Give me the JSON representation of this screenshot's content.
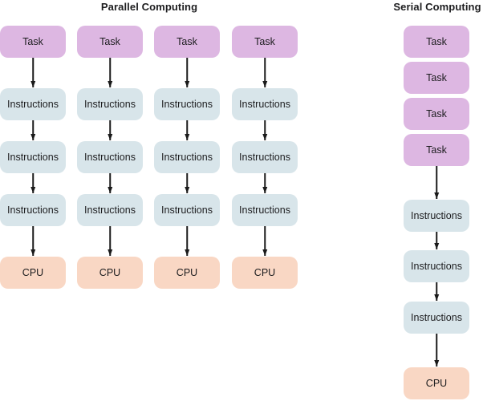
{
  "colors": {
    "task_fill": "#ddb7e2",
    "instructions_fill": "#d8e5ea",
    "cpu_fill": "#f9d7c4",
    "arrow": "#1a1a1a",
    "text": "#1d1d1f",
    "background": "#ffffff"
  },
  "diagram": {
    "parallel": {
      "title": "Parallel Computing",
      "columns": [
        {
          "nodes": [
            {
              "label": "Task",
              "type": "task",
              "arrow_to_next": true
            },
            {
              "label": "Instructions",
              "type": "instructions",
              "arrow_to_next": true
            },
            {
              "label": "Instructions",
              "type": "instructions",
              "arrow_to_next": true
            },
            {
              "label": "Instructions",
              "type": "instructions",
              "arrow_to_next": true
            },
            {
              "label": "CPU",
              "type": "cpu",
              "arrow_to_next": false
            }
          ]
        },
        {
          "nodes": [
            {
              "label": "Task",
              "type": "task",
              "arrow_to_next": true
            },
            {
              "label": "Instructions",
              "type": "instructions",
              "arrow_to_next": true
            },
            {
              "label": "Instructions",
              "type": "instructions",
              "arrow_to_next": true
            },
            {
              "label": "Instructions",
              "type": "instructions",
              "arrow_to_next": true
            },
            {
              "label": "CPU",
              "type": "cpu",
              "arrow_to_next": false
            }
          ]
        },
        {
          "nodes": [
            {
              "label": "Task",
              "type": "task",
              "arrow_to_next": true
            },
            {
              "label": "Instructions",
              "type": "instructions",
              "arrow_to_next": true
            },
            {
              "label": "Instructions",
              "type": "instructions",
              "arrow_to_next": true
            },
            {
              "label": "Instructions",
              "type": "instructions",
              "arrow_to_next": true
            },
            {
              "label": "CPU",
              "type": "cpu",
              "arrow_to_next": false
            }
          ]
        },
        {
          "nodes": [
            {
              "label": "Task",
              "type": "task",
              "arrow_to_next": true
            },
            {
              "label": "Instructions",
              "type": "instructions",
              "arrow_to_next": true
            },
            {
              "label": "Instructions",
              "type": "instructions",
              "arrow_to_next": true
            },
            {
              "label": "Instructions",
              "type": "instructions",
              "arrow_to_next": true
            },
            {
              "label": "CPU",
              "type": "cpu",
              "arrow_to_next": false
            }
          ]
        }
      ]
    },
    "serial": {
      "title": "Serial Computing",
      "column": {
        "nodes": [
          {
            "label": "Task",
            "type": "task",
            "arrow_to_next": false
          },
          {
            "label": "Task",
            "type": "task",
            "arrow_to_next": false
          },
          {
            "label": "Task",
            "type": "task",
            "arrow_to_next": false
          },
          {
            "label": "Task",
            "type": "task",
            "arrow_to_next": true
          },
          {
            "label": "Instructions",
            "type": "instructions",
            "arrow_to_next": true
          },
          {
            "label": "Instructions",
            "type": "instructions",
            "arrow_to_next": true
          },
          {
            "label": "Instructions",
            "type": "instructions",
            "arrow_to_next": true
          },
          {
            "label": "CPU",
            "type": "cpu",
            "arrow_to_next": false
          }
        ]
      }
    }
  }
}
